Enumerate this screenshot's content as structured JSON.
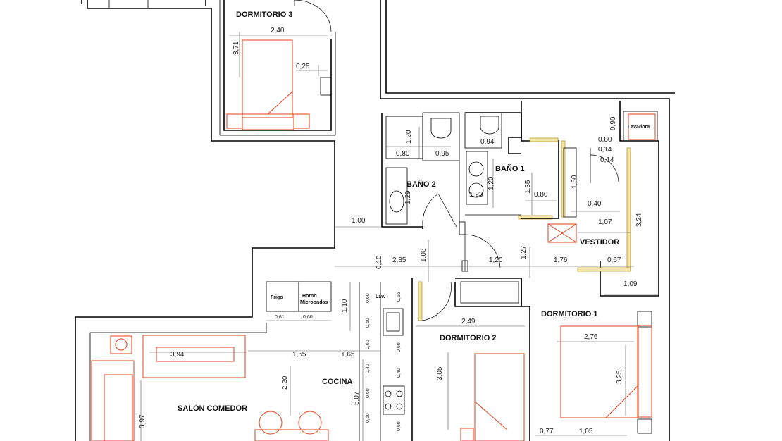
{
  "rooms": {
    "dormitorio3": "DORMITORIO 3",
    "bano2": "BAÑO 2",
    "bano1": "BAÑO 1",
    "vestidor": "VESTIDOR",
    "dormitorio1": "DORMITORIO 1",
    "dormitorio2": "DORMITORIO 2",
    "cocina": "COCINA",
    "salon": "SALÓN COMEDOR"
  },
  "appliances": {
    "lavadora": "Lavadora",
    "frigo": "Frigo",
    "horno_1": "Horno",
    "horno_2": "Microondas",
    "lav": "Lav."
  },
  "dims": {
    "d240": "2,40",
    "d371": "3,71",
    "d025": "0,25",
    "d120a": "1,20",
    "d080a": "0,80",
    "d095": "0,95",
    "d129": "1,29",
    "d094": "0,94",
    "d120b": "1,20",
    "d123": "1,23",
    "d135": "1,35",
    "d080b": "0,80",
    "d090": "0,90",
    "d080c": "0,80",
    "d014a": "0,14",
    "d014b": "0,14",
    "d150": "1,50",
    "d040": "0,40",
    "d107": "1,07",
    "d324": "3,24",
    "d100": "1,00",
    "d010": "0,10",
    "d285": "2,85",
    "d108": "1,08",
    "d120c": "1,20",
    "d127": "1,27",
    "d176": "1,76",
    "d067": "0,67",
    "d109": "1,09",
    "d110": "1,10",
    "d249": "2,49",
    "d276": "2,76",
    "d325": "3,25",
    "d305": "3,05",
    "d394": "3,94",
    "d155": "1,55",
    "d165": "1,65",
    "d220": "2,20",
    "d507": "5,07",
    "d397": "3,97",
    "d077": "0,77",
    "d105": "1,05",
    "d061": "0,61",
    "d060a": "0,60",
    "k060a": "0,60",
    "k055": "0,55",
    "k060b": "0,60",
    "k060c": "0,60",
    "k060d": "0,60",
    "k040a": "0,40",
    "k040b": "0,40",
    "k060e": "0,60",
    "k060f": "0,60",
    "k060g": "0,60"
  }
}
